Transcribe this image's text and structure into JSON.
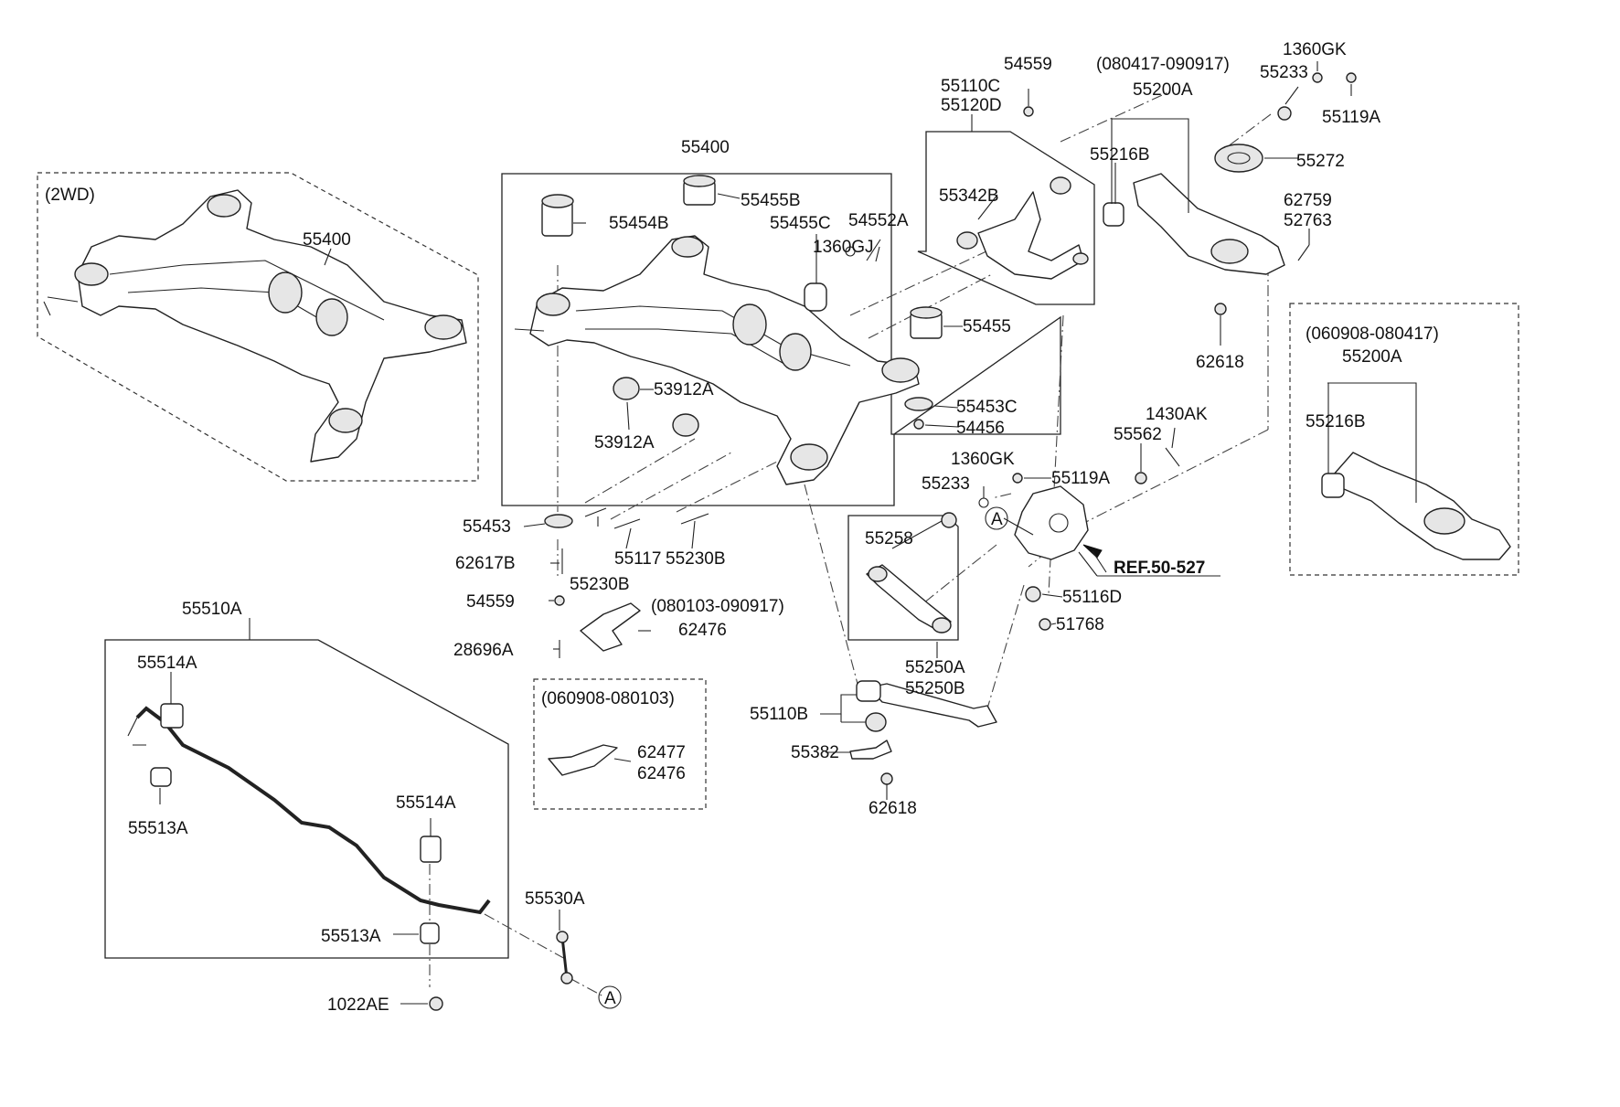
{
  "labels": {
    "p55400_2wd": "55400",
    "p55400": "55400",
    "p55455B": "55455B",
    "p55454B": "55454B",
    "p55455C": "55455C",
    "p54552A": "54552A",
    "p1360GJ": "1360GJ",
    "p55455": "55455",
    "p53912A_1": "53912A",
    "p53912A_2": "53912A",
    "p55453C": "55453C",
    "p54456": "54456",
    "p55453": "55453",
    "p62617B": "62617B",
    "p55117": "55117",
    "p55230B_1": "55230B",
    "p55230B_2": "55230B",
    "p54559_low": "54559",
    "p62476_top": "62476",
    "p28696A": "28696A",
    "p62477": "62477",
    "p62476_box": "62476",
    "p55510A": "55510A",
    "p55514A_1": "55514A",
    "p55513A_1": "55513A",
    "p55514A_2": "55514A",
    "p55513A_2": "55513A",
    "p55530A": "55530A",
    "p1022AE": "1022AE",
    "p54559_top": "54559",
    "p55110C": "55110C",
    "p55120D": "55120D",
    "p55342B": "55342B",
    "p55216B_top": "55216B",
    "p55200A_top": "55200A",
    "p1360GK_top": "1360GK",
    "p55233_top": "55233",
    "p55119A_top": "55119A",
    "p55272": "55272",
    "p62759": "62759",
    "p52763": "52763",
    "p62618_top": "62618",
    "p1430AK": "1430AK",
    "p55562": "55562",
    "p1360GK_mid": "1360GK",
    "p55233_mid": "55233",
    "p55119A_mid": "55119A",
    "p55258": "55258",
    "p55116D": "55116D",
    "p51768": "51768",
    "p55250A": "55250A",
    "p55250B": "55250B",
    "p55110B": "55110B",
    "p55382": "55382",
    "p62618_low": "62618",
    "p55200A_alt": "55200A",
    "p55216B_alt": "55216B",
    "ref": "REF.50-527",
    "circleA_1": "A",
    "circleA_2": "A"
  },
  "notes": {
    "wd": "(2WD)",
    "range_top": "(080417-090917)",
    "range_bracket": "(080103-090917)",
    "range_box_bracket": "(060908-080103)",
    "range_box_arm": "(060908-080417)"
  },
  "colors": {
    "line": "#222222",
    "text": "#111111",
    "fill_part": "#e6e6e6"
  }
}
